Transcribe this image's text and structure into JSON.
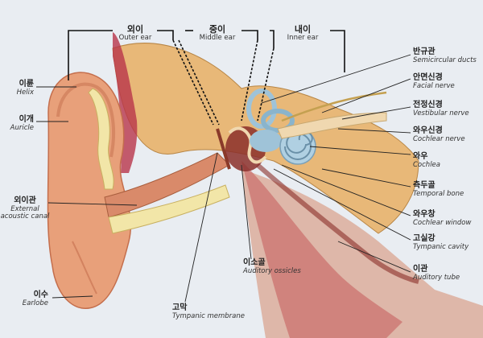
{
  "sections": {
    "outer": {
      "ko": "외이",
      "en": "Outer ear"
    },
    "middle": {
      "ko": "중이",
      "en": "Middle ear"
    },
    "inner": {
      "ko": "내이",
      "en": "Inner ear"
    }
  },
  "labels_left": [
    {
      "ko": "이륜",
      "en": "Helix"
    },
    {
      "ko": "이개",
      "en": "Auricle"
    },
    {
      "ko": "외이관",
      "en": "External acoustic canal"
    },
    {
      "ko": "이수",
      "en": "Earlobe"
    }
  ],
  "labels_right": [
    {
      "ko": "반규관",
      "en": "Semicircular ducts"
    },
    {
      "ko": "안면신경",
      "en": "Facial nerve"
    },
    {
      "ko": "전정신경",
      "en": "Vestibular nerve"
    },
    {
      "ko": "와우신경",
      "en": "Cochlear nerve"
    },
    {
      "ko": "와우",
      "en": "Cochlea"
    },
    {
      "ko": "측두골",
      "en": "Temporal bone"
    },
    {
      "ko": "와우창",
      "en": "Cochlear window"
    },
    {
      "ko": "고실강",
      "en": "Tympanic cavity"
    },
    {
      "ko": "이관",
      "en": "Auditory tube"
    }
  ],
  "labels_bottom": [
    {
      "ko": "이소골",
      "en": "Auditory ossicles"
    },
    {
      "ko": "고막",
      "en": "Tympanic membrane"
    }
  ],
  "colors": {
    "skin": "#e8a07a",
    "skin_dark": "#c46e4c",
    "cartilage": "#f2e6a8",
    "bone": "#e9b878",
    "cochlea": "#9fc3d8",
    "muscle": "#b8344a",
    "nerve": "#f0d8b0"
  }
}
